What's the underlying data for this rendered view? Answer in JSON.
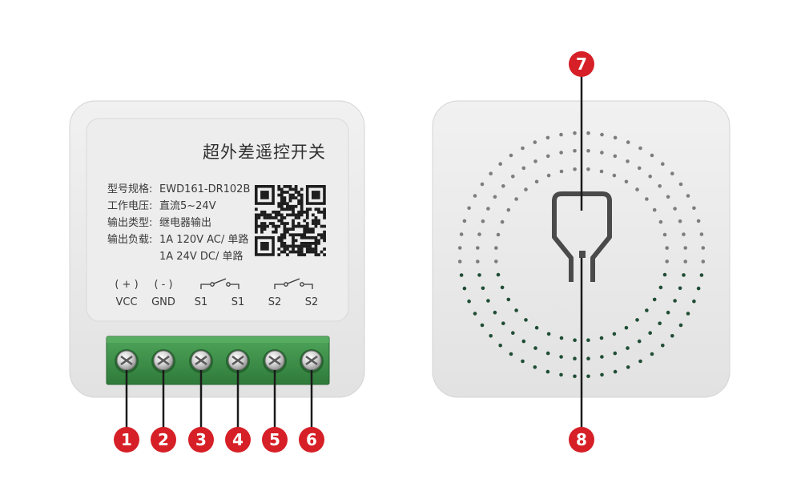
{
  "left_device": {
    "title": "超外差遥控开关",
    "specs": [
      {
        "label": "型号规格:",
        "value": "EWD161-DR102B"
      },
      {
        "label": "工作电压:",
        "value": "直流5~24V"
      },
      {
        "label": "输出类型:",
        "value": "继电器输出"
      },
      {
        "label": "输出负载:",
        "value": "1A 120V AC/ 单路"
      },
      {
        "label": "",
        "value": "1A 24V DC/ 单路"
      }
    ],
    "terminal_polarity": [
      "( + )",
      "( - )"
    ],
    "terminal_labels": [
      "VCC",
      "GND",
      "S1",
      "S1",
      "S2",
      "S2"
    ],
    "screw_count": 6
  },
  "callouts": {
    "terminals": [
      "1",
      "2",
      "3",
      "4",
      "5",
      "6"
    ],
    "top": "7",
    "bottom": "8"
  },
  "colors": {
    "callout_red": "#d61f26",
    "terminal_block": "#3d9146",
    "device_body": "#ececec",
    "dot_dark": "#1f4d34",
    "dot_grey": "#7d7d7d"
  }
}
